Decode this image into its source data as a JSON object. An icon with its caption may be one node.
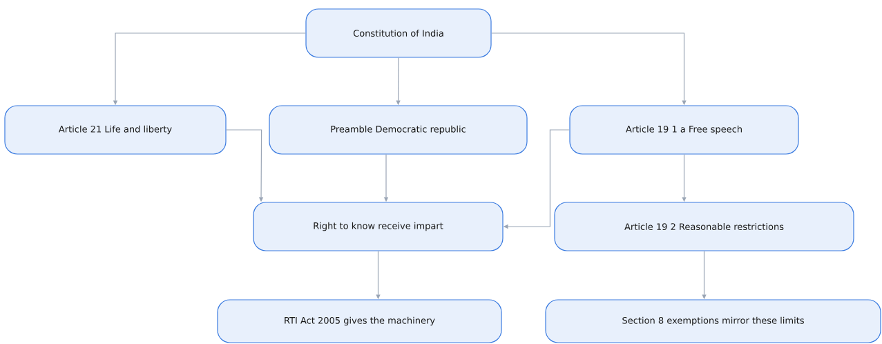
{
  "diagram": {
    "nodes": [
      {
        "text": [
          "Constitution of India"
        ]
      },
      {
        "text": [
          "Article 21 Life and liberty"
        ]
      },
      {
        "text": [
          "Preamble Democratic republic"
        ]
      },
      {
        "text": [
          "Article 19 1 a Free speech"
        ]
      },
      {
        "text": [
          "Right to know receive impart"
        ]
      },
      {
        "text": [
          "Article 19 2 Reasonable restrictions"
        ]
      },
      {
        "text": [
          "RTI Act 2005 gives the machinery"
        ]
      },
      {
        "text": [
          "Section 8 exemptions mirror these limits"
        ]
      }
    ],
    "edges": [
      {
        "from": 0,
        "to": 1,
        "arrow": "to"
      },
      {
        "from": 0,
        "to": 2,
        "arrow": "to"
      },
      {
        "from": 0,
        "to": 3,
        "arrow": "to"
      },
      {
        "from": 1,
        "to": 4,
        "arrow": "to"
      },
      {
        "from": 2,
        "to": 4,
        "arrow": "to"
      },
      {
        "from": 3,
        "to": 4,
        "arrow": "to"
      },
      {
        "from": 3,
        "to": 5,
        "arrow": "to"
      },
      {
        "from": 4,
        "to": 6,
        "arrow": "to"
      },
      {
        "from": 5,
        "to": 7,
        "arrow": "to"
      }
    ]
  }
}
